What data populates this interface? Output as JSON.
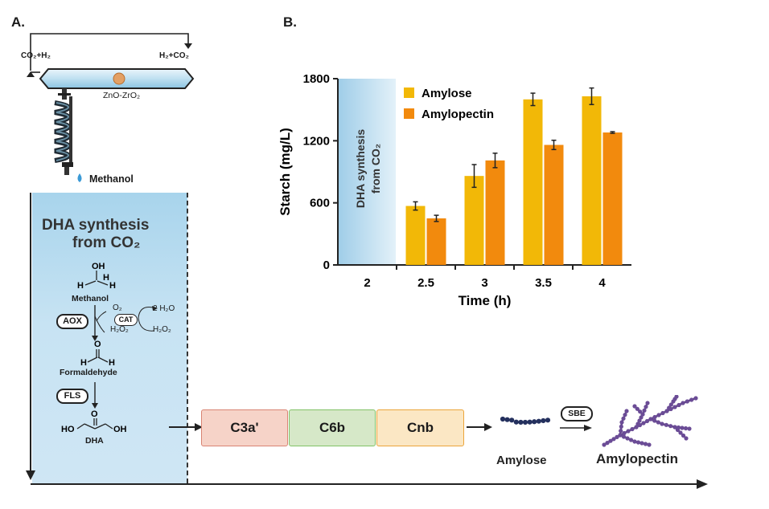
{
  "panel_a": {
    "label": "A.",
    "reactor": {
      "left_gas": "CO₂+H₂",
      "right_gas": "H₂+CO₂",
      "catalyst": "ZnO-ZrO₂",
      "product": "Methanol"
    },
    "box_title_line1": "DHA synthesis",
    "box_title_line2": "from CO₂",
    "pathway": {
      "methanol_label": "Methanol",
      "aox": "AOX",
      "cat": "CAT",
      "o2": "O₂",
      "h2o2_left": "H₂O₂",
      "h2o2_right": "H₂O₂",
      "h2o": "2 H₂O",
      "formaldehyde_label": "Formaldehyde",
      "fls": "FLS",
      "dha_label": "DHA"
    },
    "modules": [
      "C3a'",
      "C6b",
      "Cnb"
    ],
    "amylose_label": "Amylose",
    "sbe": "SBE",
    "amylopectin_label": "Amylopectin"
  },
  "panel_b": {
    "label": "B.",
    "inset_line1": "DHA synthesis",
    "inset_line2": "from CO₂"
  },
  "colors": {
    "amylose": "#F2B807",
    "amylopectin": "#F28A0D",
    "box_blue": "#A9D3EA",
    "c3a": "#F6D3C8",
    "c6b": "#D6E8C8",
    "cnb": "#FBE7C4"
  },
  "chart_data": {
    "type": "bar",
    "categories": [
      "2",
      "2.5",
      "3",
      "3.5",
      "4"
    ],
    "series": [
      {
        "name": "Amylose",
        "values": [
          null,
          570,
          860,
          1600,
          1630
        ],
        "errors": [
          null,
          40,
          110,
          60,
          80
        ]
      },
      {
        "name": "Amylopectin",
        "values": [
          null,
          450,
          1010,
          1160,
          1280
        ],
        "errors": [
          null,
          30,
          70,
          45,
          8
        ]
      }
    ],
    "xlabel": "Time (h)",
    "ylabel": "Starch (mg/L)",
    "ylim": [
      0,
      1800
    ],
    "yticks": [
      0,
      600,
      1200,
      1800
    ],
    "grid": false,
    "legend_position": "top-left"
  }
}
